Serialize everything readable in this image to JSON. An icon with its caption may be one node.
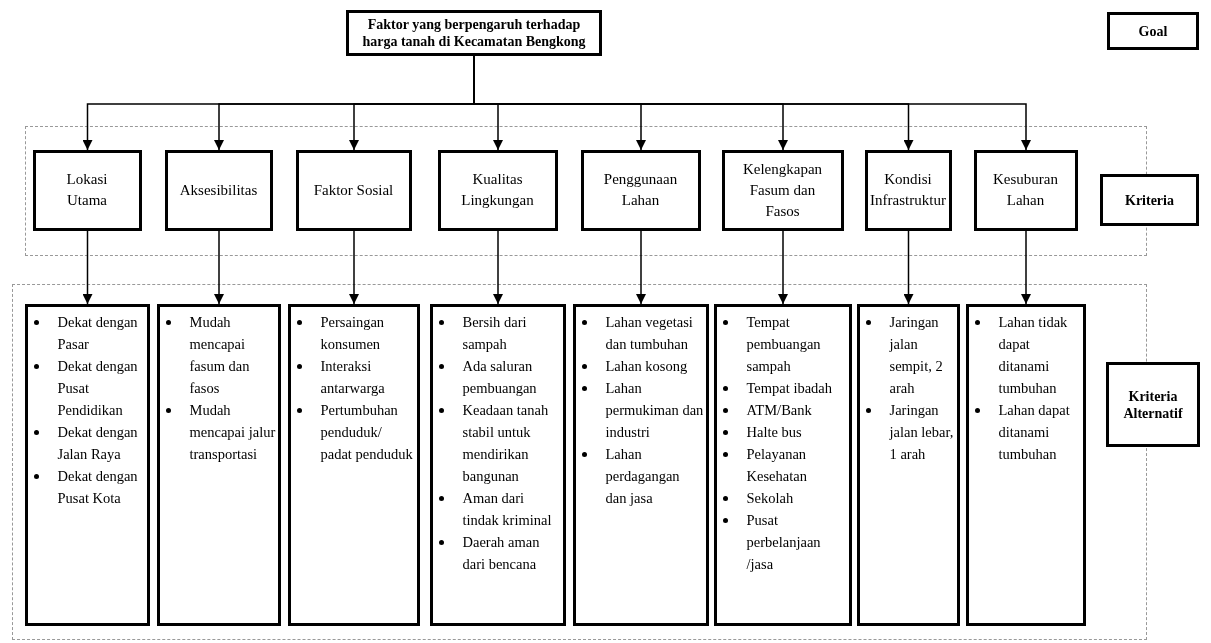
{
  "diagram": {
    "nodes": [
      {
        "text": [
          "Faktor yang berpengaruh terhadap harga tanah di Kecamatan Bengkong"
        ]
      },
      {
        "text": [
          "Goal"
        ]
      },
      {
        "text": [],
        "shape": "box"
      },
      {
        "text": [
          "Lokasi Utama"
        ],
        "in": 2
      },
      {
        "text": [
          "Aksesibilitas"
        ],
        "in": 2
      },
      {
        "text": [
          "Faktor Sosial"
        ],
        "in": 2
      },
      {
        "text": [
          "Kualitas Lingkungan"
        ],
        "in": 2
      },
      {
        "text": [
          "Penggunaan Lahan"
        ],
        "in": 2
      },
      {
        "text": [
          "Kelengkapan Fasum dan Fasos"
        ],
        "in": 2
      },
      {
        "text": [
          "Kondisi Infrastruktur"
        ],
        "in": 2
      },
      {
        "text": [
          "Kesuburan Lahan"
        ],
        "in": 2
      },
      {
        "text": [
          "Kriteria"
        ]
      },
      {
        "text": [],
        "shape": "box"
      },
      {
        "text": [
          "Dekat dengan Pasar",
          "Dekat dengan Pusat Pendidikan",
          "Dekat dengan Jalan Raya",
          "Dekat dengan Pusat Kota"
        ],
        "in": 12
      },
      {
        "text": [
          "Mudah mencapai fasum dan fasos",
          "Mudah mencapai jalur transportasi"
        ],
        "in": 12
      },
      {
        "text": [
          "Persaingan konsumen",
          "Interaksi antarwarga",
          "Pertumbuhan penduduk/ padat penduduk"
        ],
        "in": 12
      },
      {
        "text": [
          "Bersih dari sampah",
          "Ada saluran pembuangan",
          "Keadaan tanah stabil untuk mendirikan bangunan",
          "Aman dari tindak kriminal",
          "Daerah aman dari bencana"
        ],
        "in": 12
      },
      {
        "text": [
          "Lahan vegetasi dan tumbuhan",
          "Lahan kosong",
          "Lahan permukiman dan industri",
          "Lahan perdagangan dan jasa"
        ],
        "in": 12
      },
      {
        "text": [
          "Tempat pembuangan sampah",
          "Tempat ibadah",
          "ATM/Bank",
          "Halte bus",
          "Pelayanan Kesehatan",
          "Sekolah",
          "Pusat perbelanjaan /jasa"
        ],
        "in": 12
      },
      {
        "text": [
          "Jaringan jalan sempit, 2 arah",
          "Jaringan jalan lebar, 1 arah"
        ],
        "in": 12
      },
      {
        "text": [
          "Lahan tidak dapat ditanami tumbuhan",
          "Lahan dapat ditanami tumbuhan"
        ],
        "in": 12
      },
      {
        "text": [
          "Kriteria Alternatif"
        ]
      }
    ],
    "edges": [
      {
        "from": 0,
        "to": 3,
        "arrow": "to"
      },
      {
        "from": 0,
        "to": 4,
        "arrow": "to"
      },
      {
        "from": 0,
        "to": 5,
        "arrow": "to"
      },
      {
        "from": 0,
        "to": 6,
        "arrow": "to"
      },
      {
        "from": 0,
        "to": 7,
        "arrow": "to"
      },
      {
        "from": 0,
        "to": 8,
        "arrow": "to"
      },
      {
        "from": 0,
        "to": 9,
        "arrow": "to"
      },
      {
        "from": 0,
        "to": 10,
        "arrow": "to"
      },
      {
        "from": 3,
        "to": 13,
        "arrow": "to"
      },
      {
        "from": 4,
        "to": 14,
        "arrow": "to"
      },
      {
        "from": 5,
        "to": 15,
        "arrow": "to"
      },
      {
        "from": 6,
        "to": 16,
        "arrow": "to"
      },
      {
        "from": 7,
        "to": 17,
        "arrow": "to"
      },
      {
        "from": 8,
        "to": 18,
        "arrow": "to"
      },
      {
        "from": 9,
        "to": 19,
        "arrow": "to"
      },
      {
        "from": 10,
        "to": 20,
        "arrow": "to"
      }
    ]
  }
}
